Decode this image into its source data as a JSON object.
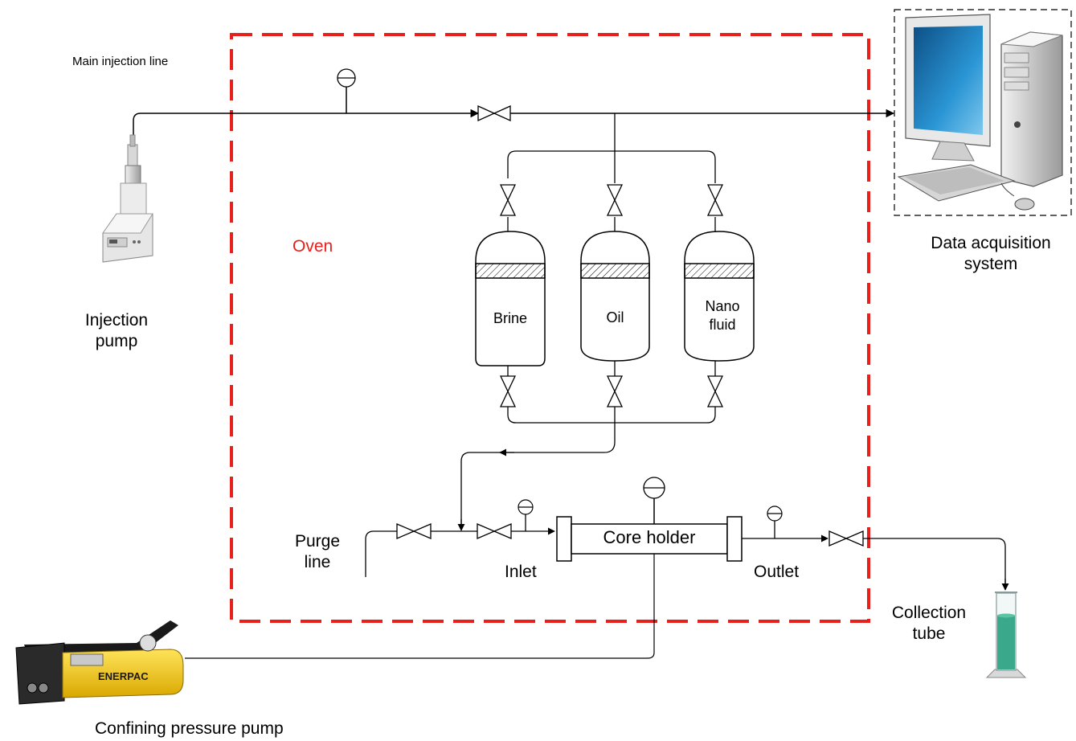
{
  "labels": {
    "main_line": "Main injection line",
    "oven": "Oven",
    "injection_pump": [
      "Injection",
      "pump"
    ],
    "data_acquisition": [
      "Data acquisition",
      "system"
    ],
    "brine": "Brine",
    "oil": "Oil",
    "nanofluid": [
      "Nano",
      "fluid"
    ],
    "purge_line": [
      "Purge",
      "line"
    ],
    "inlet": "Inlet",
    "outlet": "Outlet",
    "core_holder": "Core holder",
    "collection_tube": [
      "Collection",
      "tube"
    ],
    "confining_pump": "Confining pressure pump",
    "pump_brand": "ENERPAC"
  },
  "colors": {
    "oven_border": "#e8201c",
    "oven_label": "#e8201c",
    "line": "#000000",
    "pump_body": "#f5c400",
    "liquid": "#3aa88a",
    "monitor_screen": "#1b78b8"
  }
}
